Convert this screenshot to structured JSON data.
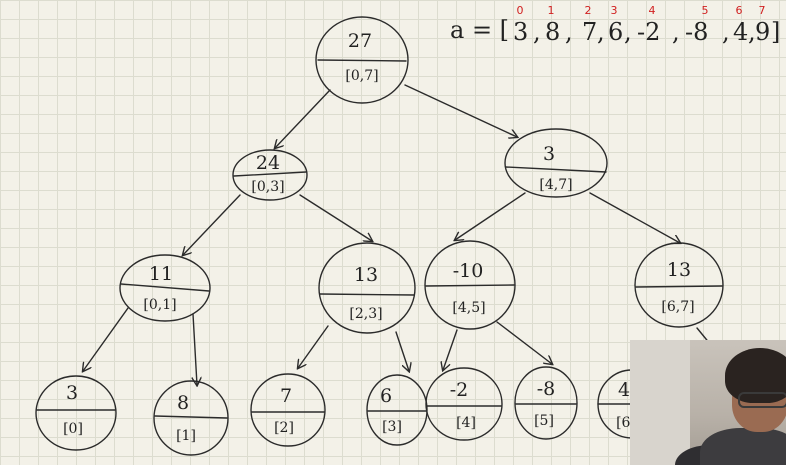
{
  "array": {
    "label": "a = [",
    "values": [
      "3",
      "8",
      "7",
      "6",
      "-2",
      "-8",
      "4",
      "9"
    ],
    "indices": [
      "0",
      "1",
      "2",
      "3",
      "4",
      "5",
      "6",
      "7"
    ],
    "close": "]"
  },
  "nodes": {
    "root": {
      "value": "27",
      "range": "[0,7]"
    },
    "n03": {
      "value": "24",
      "range": "[0,3]"
    },
    "n47": {
      "value": "3",
      "range": "[4,7]"
    },
    "n01": {
      "value": "11",
      "range": "[0,1]"
    },
    "n23": {
      "value": "13",
      "range": "[2,3]"
    },
    "n45": {
      "value": "-10",
      "range": "[4,5]"
    },
    "n67": {
      "value": "13",
      "range": "[6,7]"
    },
    "l0": {
      "value": "3",
      "range": "[0]"
    },
    "l1": {
      "value": "8",
      "range": "[1]"
    },
    "l2": {
      "value": "7",
      "range": "[2]"
    },
    "l3": {
      "value": "6",
      "range": "[3]"
    },
    "l4": {
      "value": "-2",
      "range": "[4]"
    },
    "l5": {
      "value": "-8",
      "range": "[5]"
    },
    "l6": {
      "value": "4",
      "range": "[6]"
    }
  },
  "colors": {
    "ink": "#2b2b2b",
    "index_red": "#d12020",
    "paper": "#f3f1e8"
  }
}
